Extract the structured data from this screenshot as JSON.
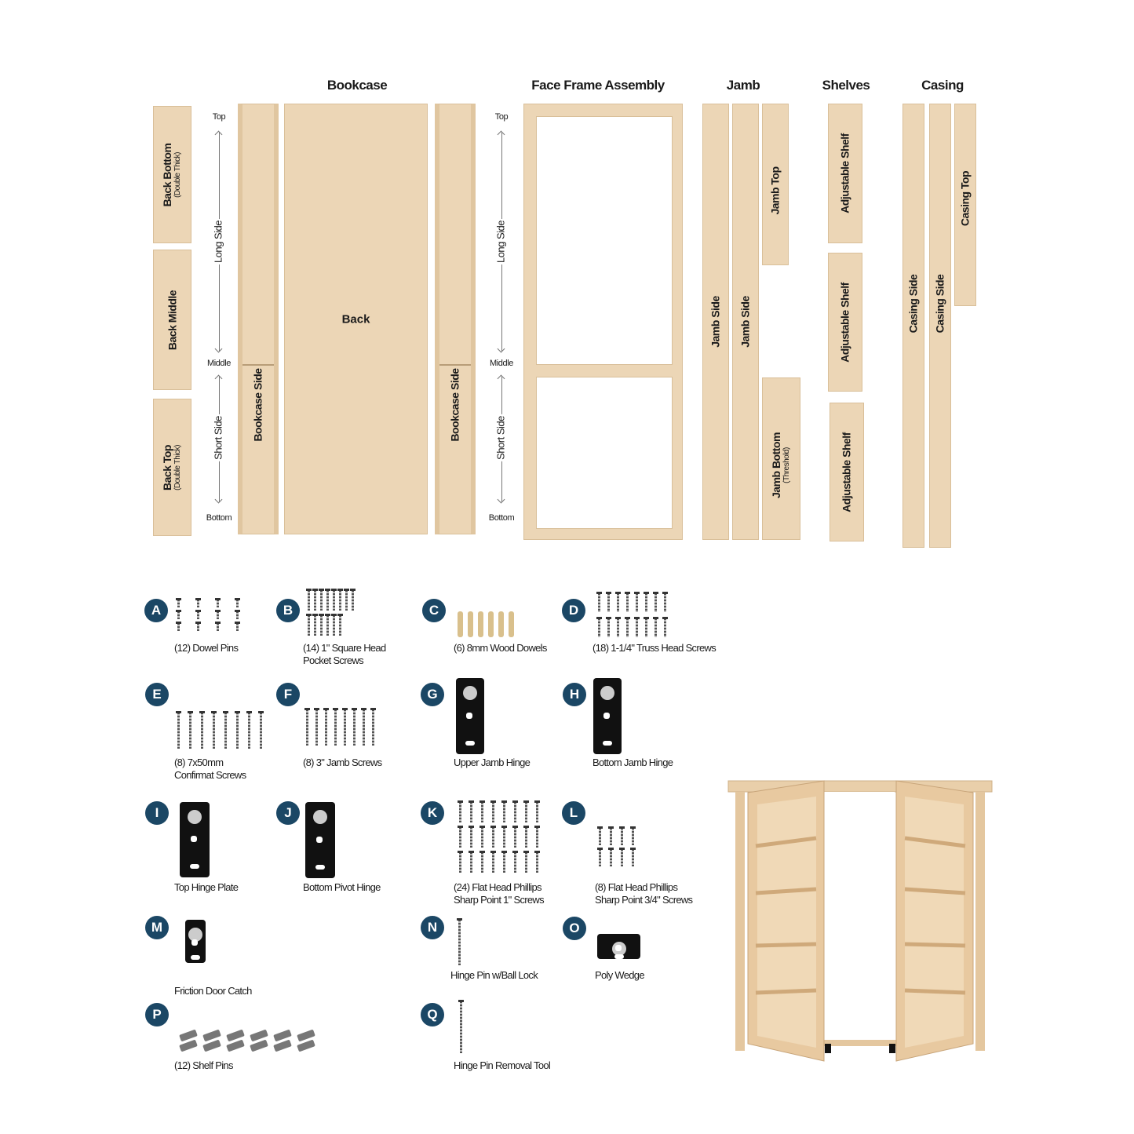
{
  "headings": {
    "bookcase": "Bookcase",
    "face_frame": "Face Frame Assembly",
    "jamb": "Jamb",
    "shelves": "Shelves",
    "casing": "Casing"
  },
  "panels": {
    "back_bottom": "Back Bottom",
    "back_bottom_note": "(Double Thick)",
    "back_middle": "Back Middle",
    "back_top": "Back Top",
    "back_top_note": "(Double Thick)",
    "bookcase_side": "Bookcase Side",
    "back": "Back",
    "jamb_side": "Jamb Side",
    "jamb_top": "Jamb Top",
    "jamb_bottom": "Jamb Bottom",
    "jamb_bottom_note": "(Threshold)",
    "adjustable_shelf": "Adjustable Shelf",
    "casing_side": "Casing Side",
    "casing_top": "Casing Top"
  },
  "side_labels": {
    "top": "Top",
    "long_side": "Long Side",
    "middle": "Middle",
    "short_side": "Short Side",
    "bottom": "Bottom"
  },
  "hardware": [
    {
      "letter": "A",
      "label": "(12) Dowel Pins"
    },
    {
      "letter": "B",
      "label": "(14) 1\" Square Head",
      "label2": "Pocket Screws"
    },
    {
      "letter": "C",
      "label": "(6) 8mm Wood Dowels"
    },
    {
      "letter": "D",
      "label": "(18) 1-1/4\" Truss Head Screws"
    },
    {
      "letter": "E",
      "label": "(8) 7x50mm",
      "label2": "Confirmat Screws"
    },
    {
      "letter": "F",
      "label": "(8) 3\" Jamb Screws"
    },
    {
      "letter": "G",
      "label": "Upper Jamb Hinge"
    },
    {
      "letter": "H",
      "label": "Bottom Jamb Hinge"
    },
    {
      "letter": "I",
      "label": "Top Hinge Plate"
    },
    {
      "letter": "J",
      "label": "Bottom Pivot Hinge"
    },
    {
      "letter": "K",
      "label": "(24) Flat Head Phillips",
      "label2": "Sharp Point 1\" Screws"
    },
    {
      "letter": "L",
      "label": "(8) Flat Head Phillips",
      "label2": "Sharp Point 3/4\" Screws"
    },
    {
      "letter": "M",
      "label": "Friction Door Catch"
    },
    {
      "letter": "N",
      "label": "Hinge Pin w/Ball Lock"
    },
    {
      "letter": "O",
      "label": "Poly Wedge"
    },
    {
      "letter": "P",
      "label": "(12) Shelf Pins"
    },
    {
      "letter": "Q",
      "label": "Hinge Pin Removal Tool"
    }
  ],
  "colors": {
    "wood": "#ecd6b6",
    "badge": "#1b4765"
  }
}
